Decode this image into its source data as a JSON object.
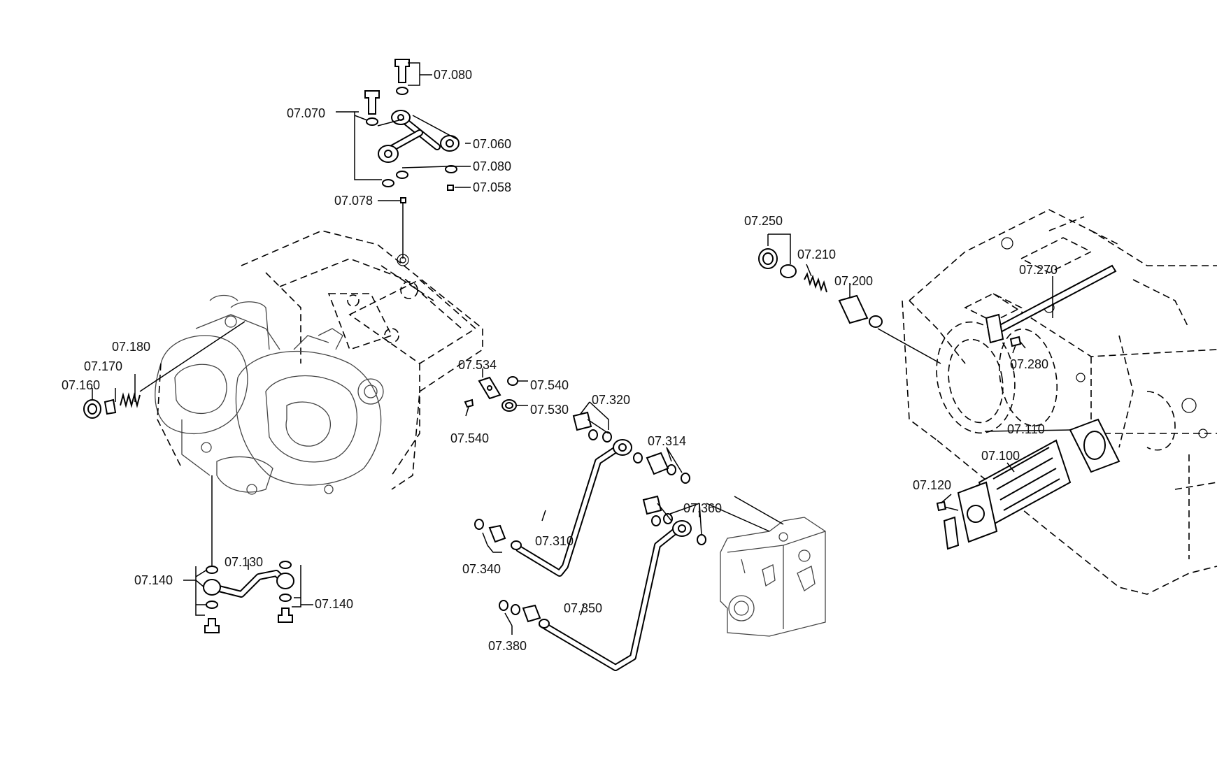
{
  "callouts": {
    "c07080a": "07.080",
    "c07070": "07.070",
    "c07060": "07.060",
    "c07080b": "07.080",
    "c07058": "07.058",
    "c07078": "07.078",
    "c07180": "07.180",
    "c07170": "07.170",
    "c07160": "07.160",
    "c07534": "07.534",
    "c07540a": "07.540",
    "c07530": "07.530",
    "c07540b": "07.540",
    "c07320": "07.320",
    "c07314": "07.314",
    "c07360": "07.360",
    "c07310": "07.310",
    "c07340": "07.340",
    "c07350": "07.350",
    "c07380": "07.380",
    "c07130": "07.130",
    "c07140a": "07.140",
    "c07140b": "07.140",
    "c07250": "07.250",
    "c07210": "07.210",
    "c07200": "07.200",
    "c07270": "07.270",
    "c07280": "07.280",
    "c07110": "07.110",
    "c07100": "07.100",
    "c07120": "07.120"
  }
}
